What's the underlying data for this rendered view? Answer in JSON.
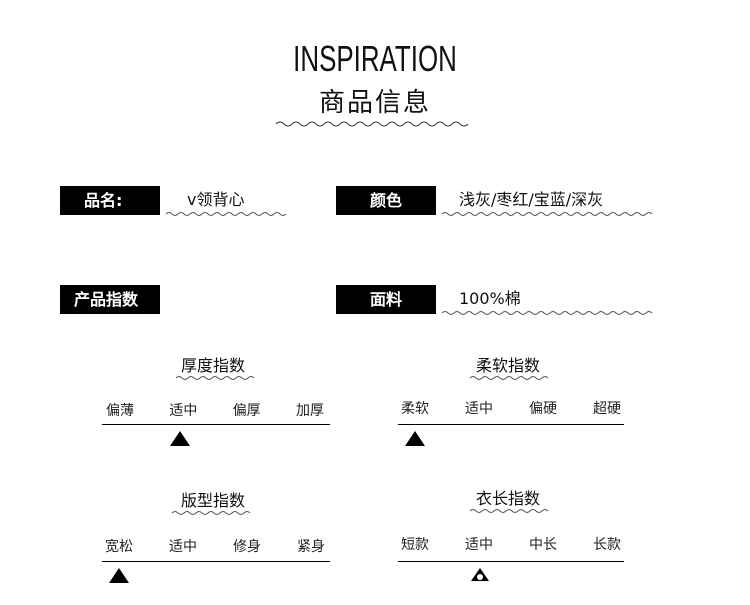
{
  "header": {
    "title_en": "INSPIRATION",
    "title_cn": "商品信息"
  },
  "info": {
    "name_label": "品名:",
    "name_value": "v领背心",
    "color_label": "颜色",
    "color_value": "浅灰/枣红/宝蓝/深灰",
    "index_label": "产品指数",
    "fabric_label": "面料",
    "fabric_value": "100%棉"
  },
  "scales": {
    "thickness": {
      "title": "厚度指数",
      "options": [
        "偏薄",
        "适中",
        "偏厚",
        "加厚"
      ],
      "selected_index": 1
    },
    "softness": {
      "title": "柔软指数",
      "options": [
        "柔软",
        "适中",
        "偏硬",
        "超硬"
      ],
      "selected_index": 0
    },
    "fit": {
      "title": "版型指数",
      "options": [
        "宽松",
        "适中",
        "修身",
        "紧身"
      ],
      "selected_index": 0
    },
    "length": {
      "title": "衣长指数",
      "options": [
        "短款",
        "适中",
        "中长",
        "长款"
      ],
      "selected_index": 1
    }
  }
}
